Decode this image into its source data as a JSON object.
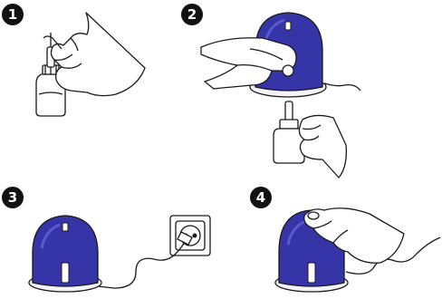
{
  "steps": [
    {
      "number": "1"
    },
    {
      "number": "2"
    },
    {
      "number": "3"
    },
    {
      "number": "4"
    }
  ],
  "colors": {
    "device_body": "#3535a8",
    "device_highlight": "#5a5ad0",
    "device_base": "#f4f4f8",
    "line": "#1a1a1a",
    "badge": "#111111",
    "bottle": "#ffffff"
  },
  "icons": [
    "hand-icon",
    "bottle-icon",
    "diffuser-icon",
    "wall-socket-icon",
    "power-cord-icon"
  ]
}
